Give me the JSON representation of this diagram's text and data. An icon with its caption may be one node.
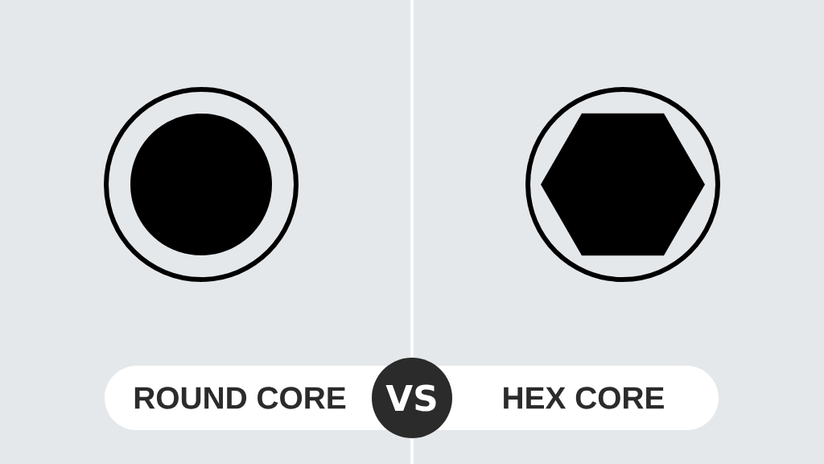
{
  "diagram": {
    "nodes": [
      {
        "text": [],
        "shape": "circle"
      },
      {
        "text": [],
        "shape": "hexagon"
      },
      {
        "text": [
          "ROUND CORE"
        ]
      },
      {
        "text": [
          "VS"
        ]
      },
      {
        "text": [
          "HEX CORE"
        ]
      }
    ]
  }
}
